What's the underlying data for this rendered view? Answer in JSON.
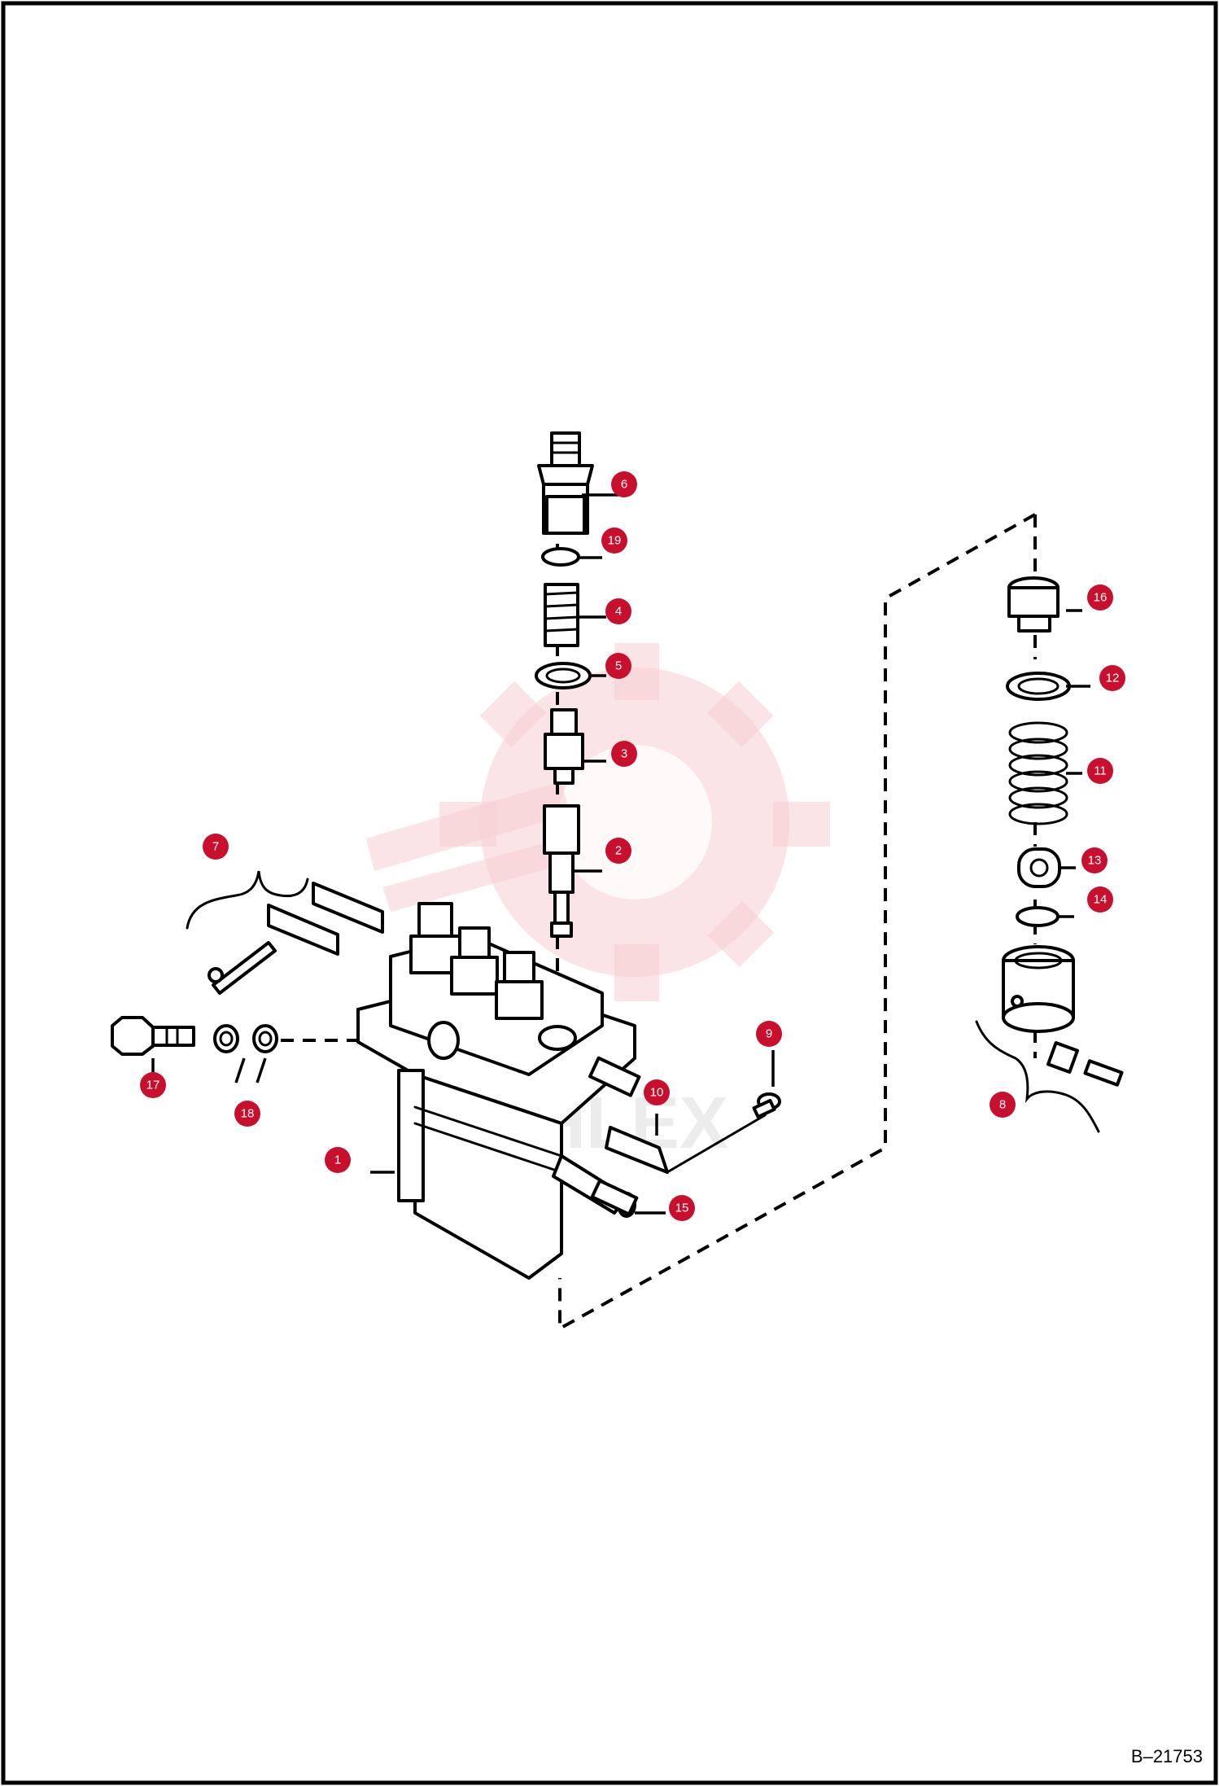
{
  "drawing_ref": "B–21753",
  "watermark_text": "MHLEX",
  "colors": {
    "callout": "#c8102e",
    "watermark": "#f6cdd2",
    "line": "#000000"
  },
  "callouts": [
    {
      "id": "1",
      "label": "1"
    },
    {
      "id": "2",
      "label": "2"
    },
    {
      "id": "3",
      "label": "3"
    },
    {
      "id": "4",
      "label": "4"
    },
    {
      "id": "5",
      "label": "5"
    },
    {
      "id": "6",
      "label": "6"
    },
    {
      "id": "7",
      "label": "7"
    },
    {
      "id": "8",
      "label": "8"
    },
    {
      "id": "9",
      "label": "9"
    },
    {
      "id": "10",
      "label": "10"
    },
    {
      "id": "11",
      "label": "11"
    },
    {
      "id": "12",
      "label": "12"
    },
    {
      "id": "13",
      "label": "13"
    },
    {
      "id": "14",
      "label": "14"
    },
    {
      "id": "15",
      "label": "15"
    },
    {
      "id": "16",
      "label": "16"
    },
    {
      "id": "17",
      "label": "17"
    },
    {
      "id": "18",
      "label": "18"
    },
    {
      "id": "19",
      "label": "19"
    }
  ]
}
